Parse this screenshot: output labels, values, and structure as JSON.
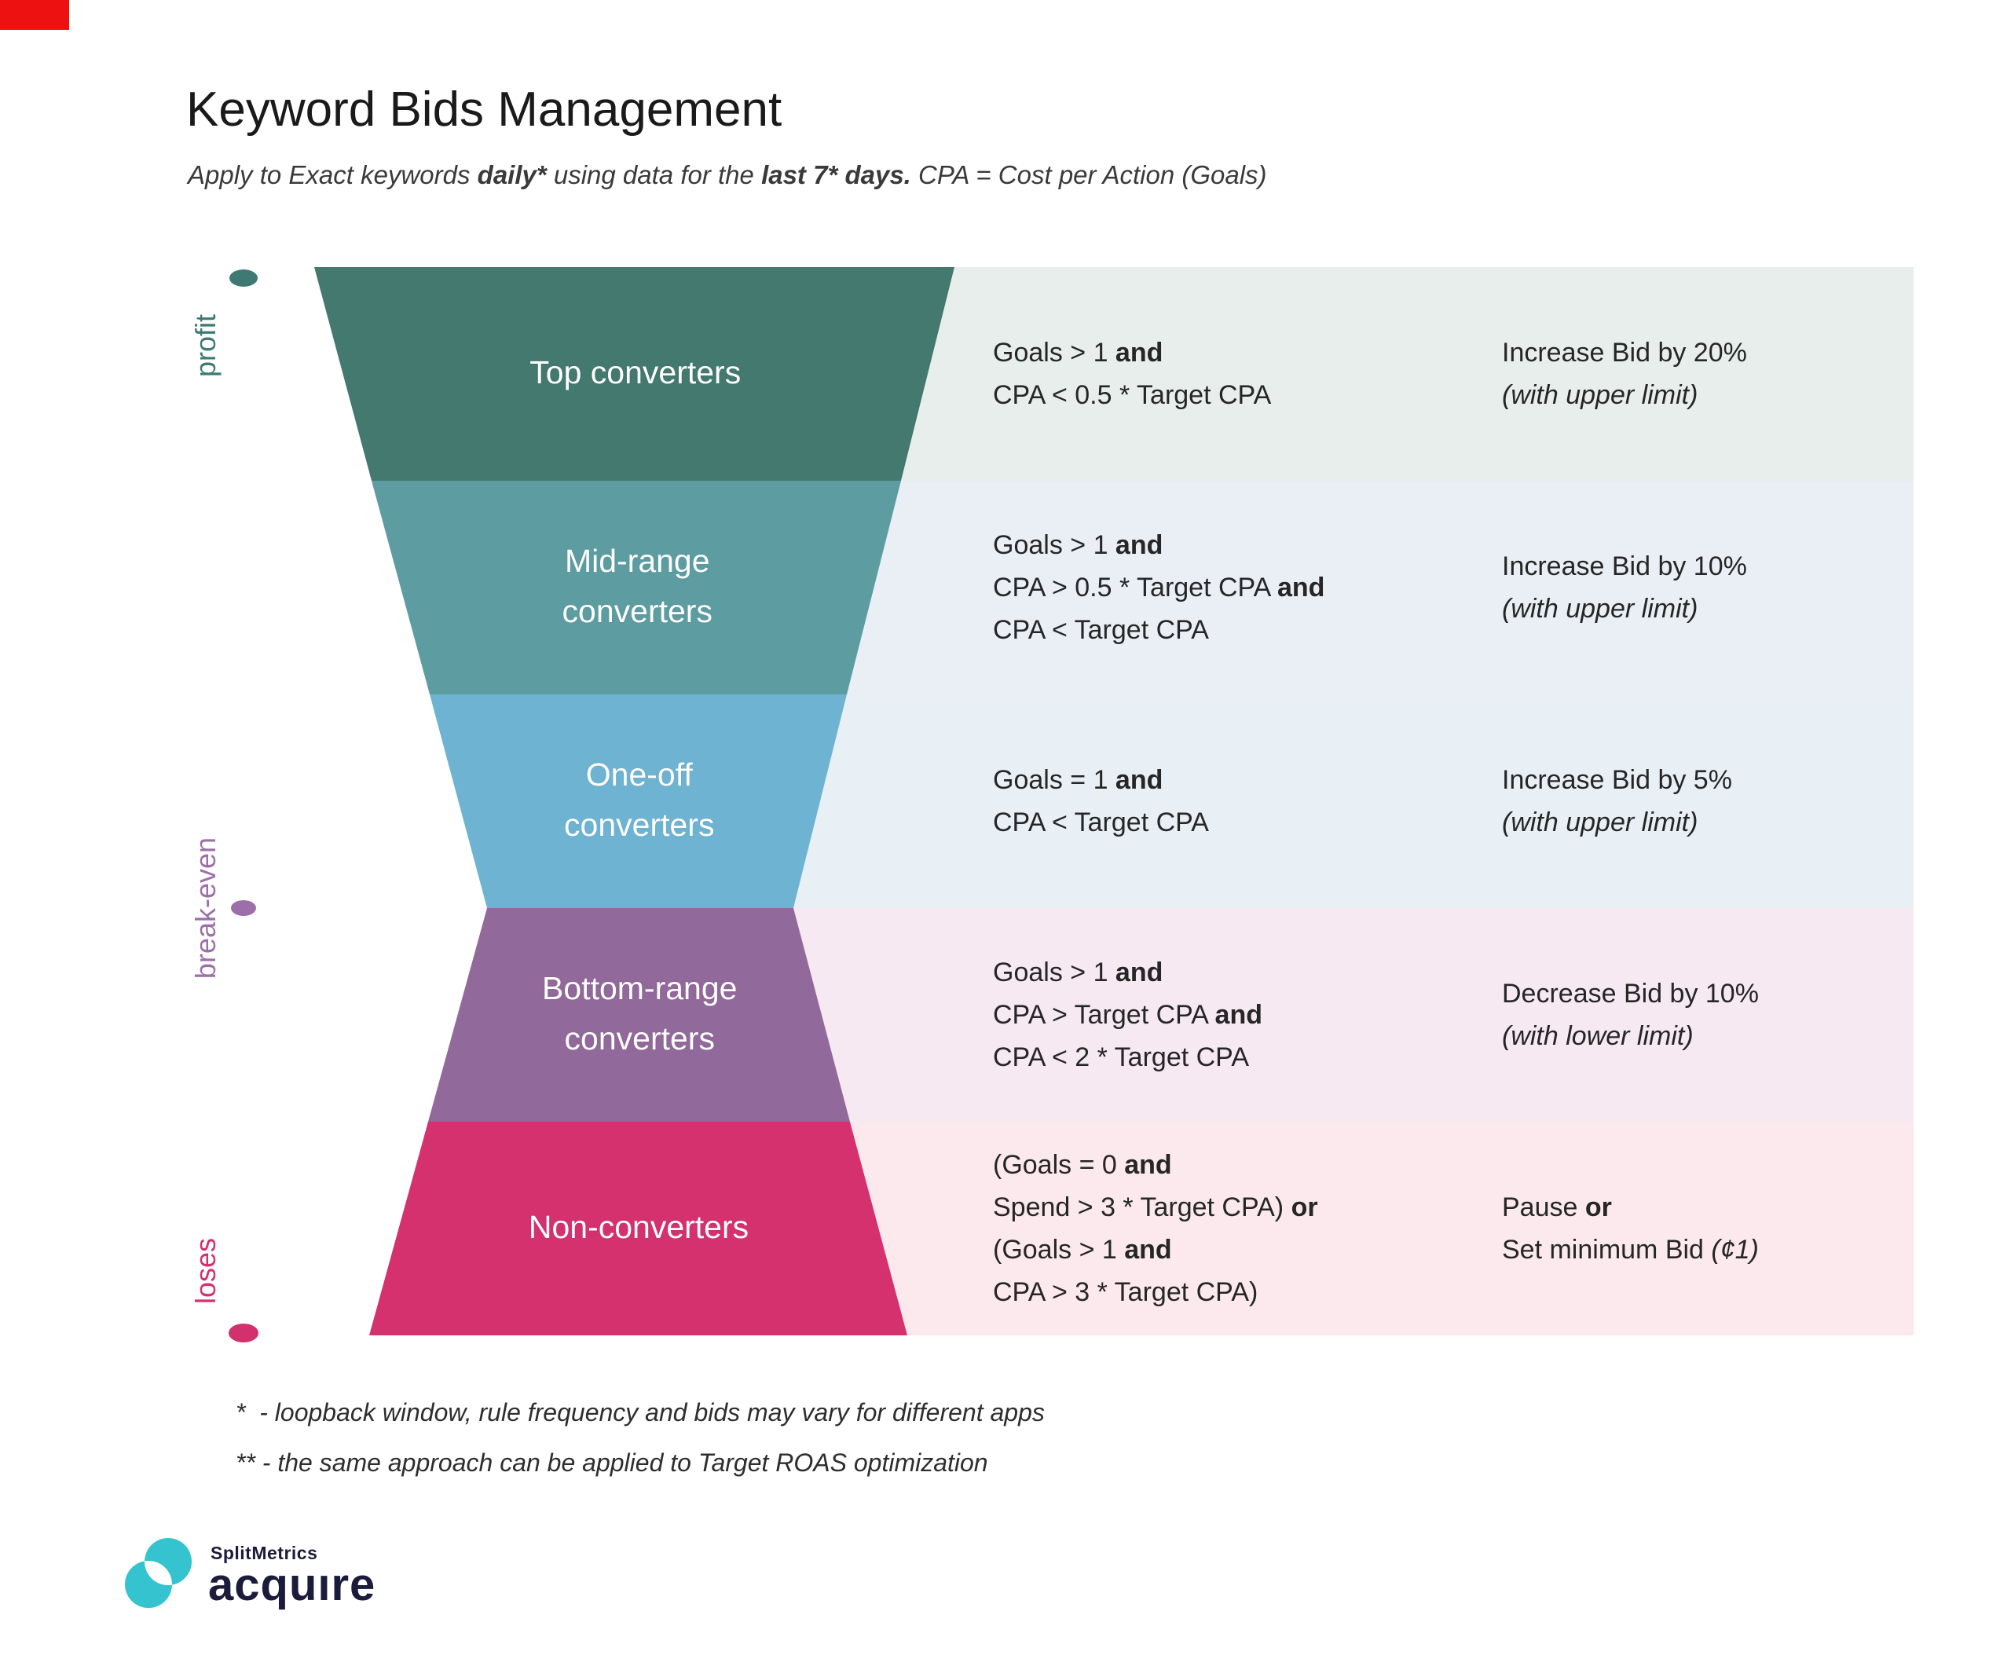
{
  "header": {
    "title": "Keyword Bids Management",
    "subtitle": [
      "Apply to Exact keywords ",
      "daily*",
      " using data for the ",
      "last 7* days.",
      " CPA = Cost per Action (Goals)"
    ]
  },
  "axis": {
    "labels": [
      {
        "text": "profit",
        "color": "#3e7a73"
      },
      {
        "text": "break-even",
        "color": "#9c6fa8"
      },
      {
        "text": "loses",
        "color": "#d2316e"
      }
    ]
  },
  "funnel": {
    "rows": [
      {
        "label_lines": [
          "Top converters"
        ],
        "band_color": "#44796f",
        "tint_color": "#e8eeeb",
        "condition_lines": [
          [
            {
              "t": "Goals > 1 ",
              "s": ""
            },
            {
              "t": "and",
              "s": "b"
            }
          ],
          [
            {
              "t": "CPA < 0.5 * Target CPA",
              "s": ""
            }
          ]
        ],
        "action_lines": [
          [
            {
              "t": "Increase Bid by 20%",
              "s": ""
            }
          ],
          [
            {
              "t": "(with upper limit)",
              "s": "i"
            }
          ]
        ]
      },
      {
        "label_lines": [
          "Mid-range",
          "converters"
        ],
        "band_color": "#5d9da2",
        "tint_color": "#e9eff5",
        "condition_lines": [
          [
            {
              "t": "Goals > 1 ",
              "s": ""
            },
            {
              "t": "and",
              "s": "b"
            }
          ],
          [
            {
              "t": "CPA > 0.5 * Target CPA ",
              "s": ""
            },
            {
              "t": "and",
              "s": "b"
            }
          ],
          [
            {
              "t": "CPA < Target CPA",
              "s": ""
            }
          ]
        ],
        "action_lines": [
          [
            {
              "t": "Increase Bid by 10%",
              "s": ""
            }
          ],
          [
            {
              "t": "(with upper limit)",
              "s": "i"
            }
          ]
        ]
      },
      {
        "label_lines": [
          "One-off",
          "converters"
        ],
        "band_color": "#6eb4d2",
        "tint_color": "#e8eff5",
        "condition_lines": [
          [
            {
              "t": "Goals = 1 ",
              "s": ""
            },
            {
              "t": "and",
              "s": "b"
            }
          ],
          [
            {
              "t": "CPA < Target CPA",
              "s": ""
            }
          ]
        ],
        "action_lines": [
          [
            {
              "t": "Increase Bid by 5%",
              "s": ""
            }
          ],
          [
            {
              "t": "(with upper limit)",
              "s": "i"
            }
          ]
        ]
      },
      {
        "label_lines": [
          "Bottom-range",
          "converters"
        ],
        "band_color": "#92699b",
        "tint_color": "#f6e9f1",
        "condition_lines": [
          [
            {
              "t": "Goals > 1 ",
              "s": ""
            },
            {
              "t": "and",
              "s": "b"
            }
          ],
          [
            {
              "t": "CPA > Target CPA ",
              "s": ""
            },
            {
              "t": "and",
              "s": "b"
            }
          ],
          [
            {
              "t": "CPA < 2 * Target CPA",
              "s": ""
            }
          ]
        ],
        "action_lines": [
          [
            {
              "t": "Decrease Bid by 10%",
              "s": ""
            }
          ],
          [
            {
              "t": "(with lower limit)",
              "s": "i"
            }
          ]
        ]
      },
      {
        "label_lines": [
          "Non-converters"
        ],
        "band_color": "#d5316e",
        "tint_color": "#fbe9ed",
        "condition_lines": [
          [
            {
              "t": "(Goals = 0 ",
              "s": ""
            },
            {
              "t": "and",
              "s": "b"
            }
          ],
          [
            {
              "t": "Spend > 3 * Target CPA) ",
              "s": ""
            },
            {
              "t": "or",
              "s": "b"
            }
          ],
          [
            {
              "t": "(Goals > 1 ",
              "s": ""
            },
            {
              "t": "and",
              "s": "b"
            }
          ],
          [
            {
              "t": "CPA > 3 * Target CPA)",
              "s": ""
            }
          ]
        ],
        "action_lines": [
          [
            {
              "t": "Pause ",
              "s": ""
            },
            {
              "t": "or",
              "s": "b"
            }
          ],
          [
            {
              "t": "Set minimum Bid ",
              "s": ""
            },
            {
              "t": "(¢1)",
              "s": "i"
            }
          ]
        ]
      }
    ]
  },
  "footnotes": [
    "*  - loopback window, rule frequency and bids may vary for different apps",
    "** - the same approach can be applied to Target ROAS optimization"
  ],
  "logo": {
    "brand": "SplitMetrics",
    "product": "acquıre",
    "mark_color": "#35c4cf",
    "text_color": "#1b1b3c"
  }
}
